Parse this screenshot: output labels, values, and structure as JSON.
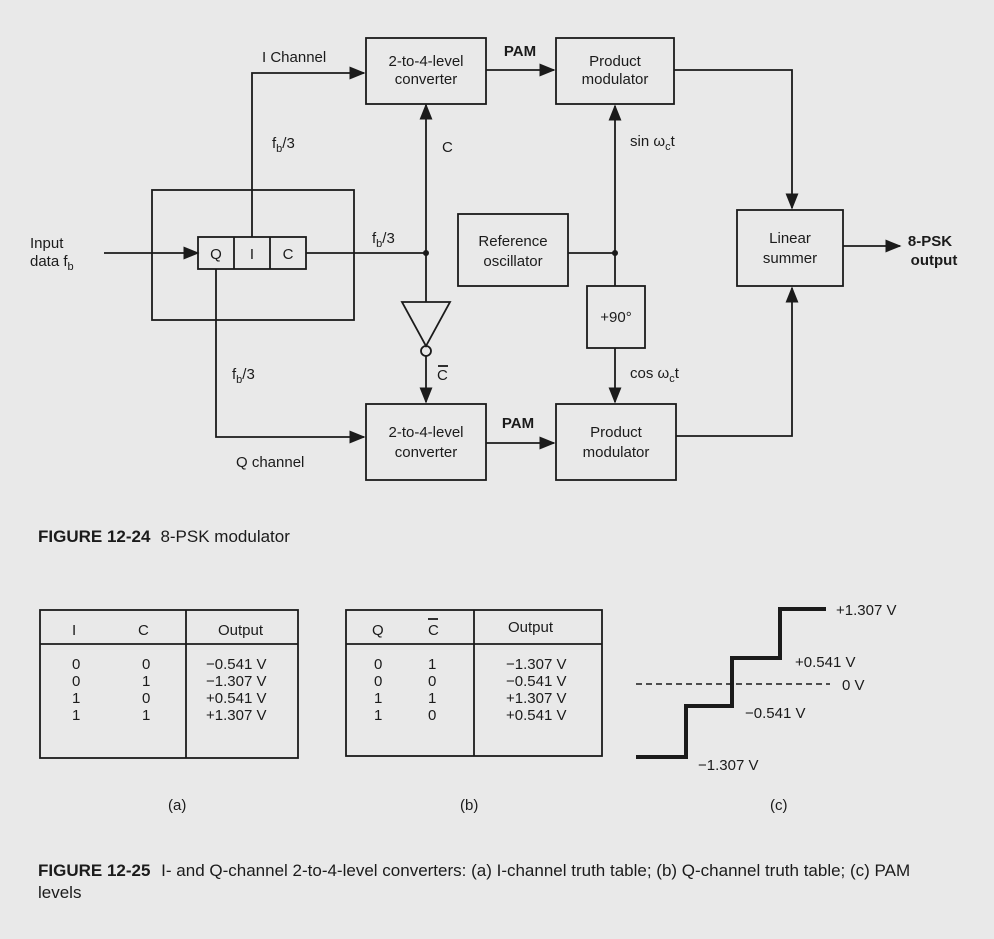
{
  "fig24": {
    "i_channel": "I Channel",
    "q_channel": "Q channel",
    "pam_top": "PAM",
    "pam_bottom": "PAM",
    "conv_top": [
      "2-to-4-level",
      "converter"
    ],
    "conv_bottom": [
      "2-to-4-level",
      "converter"
    ],
    "prod_top": [
      "Product",
      "modulator"
    ],
    "prod_bottom": [
      "Product",
      "modulator"
    ],
    "reference": [
      "Reference",
      "oscillator"
    ],
    "shift": "+90°",
    "summer": [
      "Linear",
      "summer"
    ],
    "output": [
      "8-PSK",
      "output"
    ],
    "input": [
      "Input",
      "data f"
    ],
    "input_sub": "b",
    "fb3": "f",
    "fb3_sub": "b",
    "fb3_tail": "/3",
    "reg_q": "Q",
    "reg_i": "I",
    "reg_c": "C",
    "c_label": "C",
    "cbar_label": "C",
    "sin_label": "sin ωct",
    "sin_main": "sin ω",
    "sin_sub": "c",
    "sin_tail": "t",
    "cos_main": "cos ω",
    "cos_sub": "c",
    "cos_tail": "t",
    "caption_bold": "FIGURE 12-24",
    "caption_text": "8-PSK modulator"
  },
  "fig25": {
    "table_a": {
      "headers": [
        "I",
        "C",
        "Output"
      ],
      "rows": [
        [
          "0",
          "0",
          "−0.541 V"
        ],
        [
          "0",
          "1",
          "−1.307 V"
        ],
        [
          "1",
          "0",
          "+0.541 V"
        ],
        [
          "1",
          "1",
          "+1.307 V"
        ]
      ],
      "label": "(a)"
    },
    "table_b": {
      "headers": [
        "Q",
        "C",
        "Output"
      ],
      "rows": [
        [
          "0",
          "1",
          "−1.307 V"
        ],
        [
          "0",
          "0",
          "−0.541 V"
        ],
        [
          "1",
          "1",
          "+1.307 V"
        ],
        [
          "1",
          "0",
          "+0.541 V"
        ]
      ],
      "label": "(b)"
    },
    "levels": {
      "labels": [
        "+1.307 V",
        "+0.541 V",
        "0 V",
        "−0.541 V",
        "−1.307 V"
      ],
      "label": "(c)"
    },
    "caption_bold": "FIGURE 12-25",
    "caption_text": "I- and Q-channel 2-to-4-level converters: (a) I-channel truth table; (b) Q-channel truth table; (c) PAM levels"
  }
}
